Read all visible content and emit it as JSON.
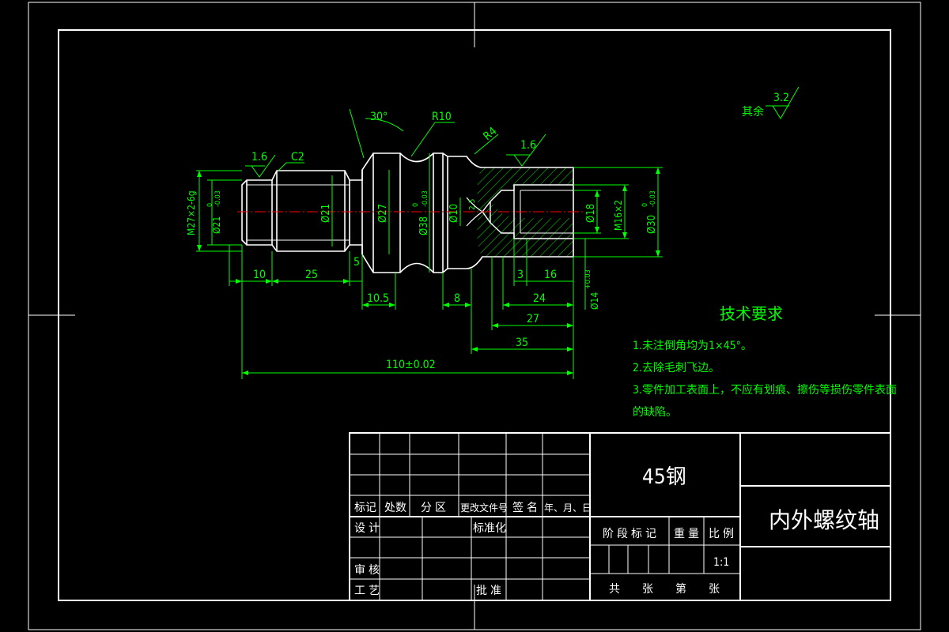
{
  "colors": {
    "background": "#000000",
    "frame": "#ffffff",
    "part_outline": "#ffffff",
    "dimension": "#00ff00",
    "centerline": "#ff0000",
    "hatch": "#00ff00"
  },
  "drawing": {
    "angle_30": "30°",
    "radius_r10": "R10",
    "radius_r4": "R4",
    "rough_left": "1.6",
    "rough_right": "1.6",
    "chamfer_c2": "C2",
    "rough_other_prefix": "其余",
    "rough_other_value": "3.2",
    "dia_m27": "M27×2-6g",
    "dia_21_main": "Ø21",
    "dia_21_tol_upper": "0",
    "dia_21_tol_lower": "-0.03",
    "dia_21_inner": "Ø21",
    "dia_27": "Ø27",
    "dia_38": "Ø38",
    "dia_38_tol_upper": "0",
    "dia_38_tol_lower": "-0.03",
    "dia_10": "Ø10",
    "dim_small": "2.5",
    "dia_18": "Ø18",
    "dia_m16": "M16×2",
    "dia_30": "Ø30",
    "dia_30_tol_upper": "0",
    "dia_30_tol_lower": "-0.03",
    "dia_14": "Ø14",
    "dia_14_tol": "+0.03",
    "len_10": "10",
    "len_25": "25",
    "len_5": "5",
    "len_3": "3",
    "len_16": "16",
    "len_10_5": "10.5",
    "len_8": "8",
    "len_24": "24",
    "len_27": "27",
    "len_35": "35",
    "len_110": "110±0.02"
  },
  "tech_req": {
    "title": "技术要求",
    "item1": "1.未注倒角均为1×45°。",
    "item2": "2.去除毛刺飞边。",
    "item3_line1": "3.零件加工表面上，不应有划痕、擦伤等损伤零件表面",
    "item3_line2": "的缺陷。"
  },
  "title_block": {
    "material": "45钢",
    "part_name": "内外螺纹轴",
    "h_mark": "标记",
    "h_count": "处数",
    "h_zone": "分 区",
    "h_doc": "更改文件号",
    "h_sign": "签 名",
    "h_date": "年、月、日",
    "design": "设 计",
    "standard": "标准化",
    "review": "审 核",
    "process": "工 艺",
    "approve": "批 准",
    "stage": "阶 段 标 记",
    "weight": "重 量",
    "scale_label": "比 例",
    "scale_value": "1:1",
    "sheets": "共　　张　　第　　张"
  }
}
